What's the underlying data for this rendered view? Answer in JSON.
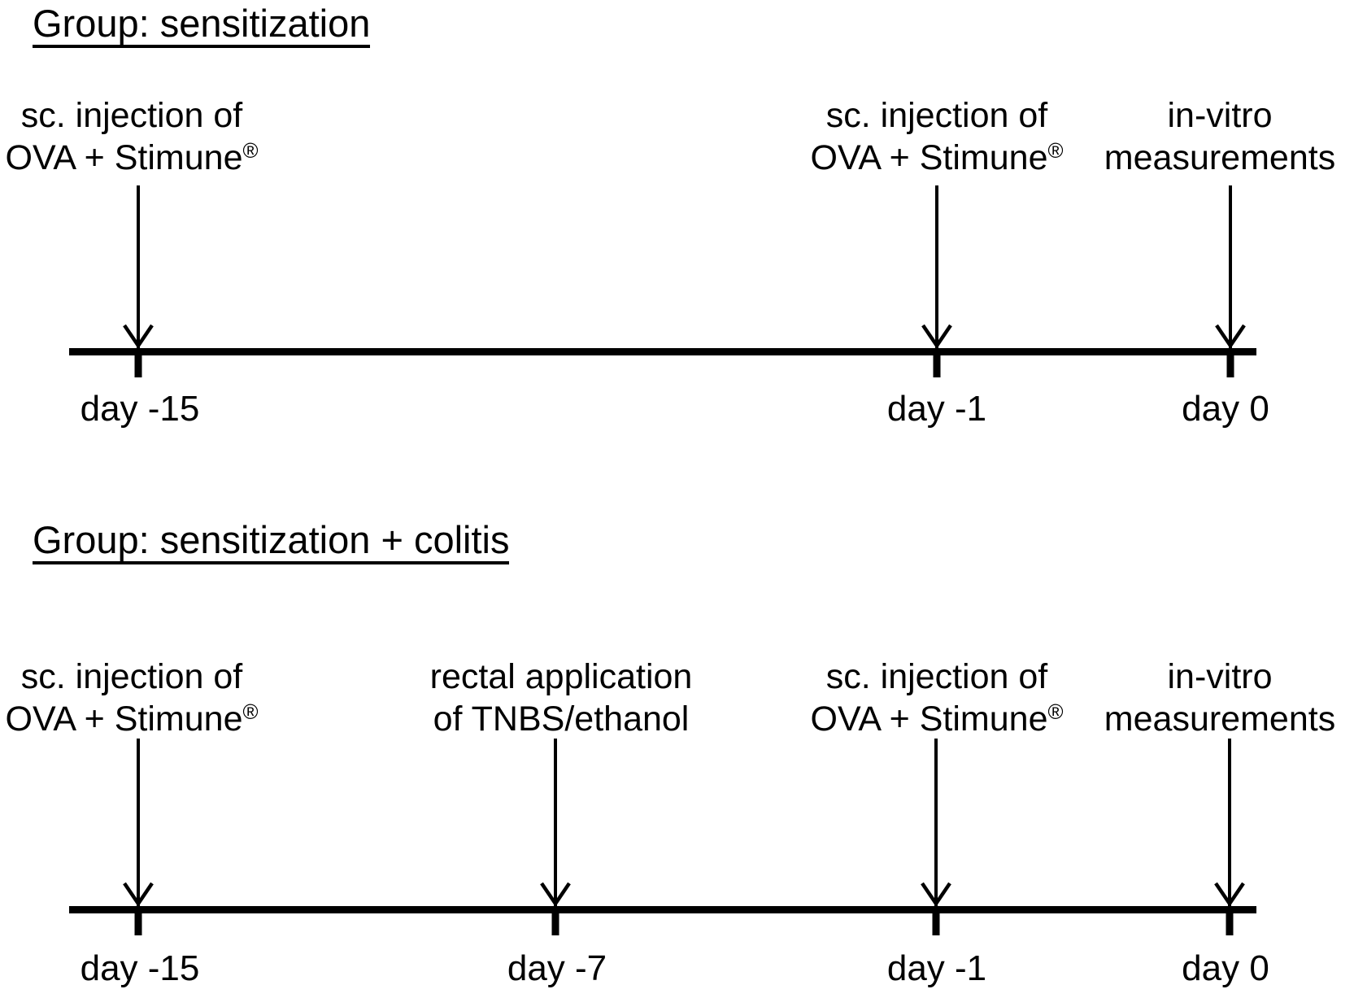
{
  "figure": {
    "background_color": "#ffffff",
    "text_color": "#000000",
    "line_color": "#000000"
  },
  "sections": [
    {
      "heading": "Group: sensitization",
      "events": [
        {
          "line1": "sc. injection of",
          "line2": "OVA + Stimune",
          "line2_sup": "®",
          "day": "day -15"
        },
        {
          "line1": "sc. injection of",
          "line2": "OVA + Stimune",
          "line2_sup": "®",
          "day": "day -1"
        },
        {
          "line1": "in-vitro",
          "line2": "measurements",
          "day": "day 0"
        }
      ]
    },
    {
      "heading": "Group: sensitization + colitis",
      "events": [
        {
          "line1": "sc. injection of",
          "line2": "OVA + Stimune",
          "line2_sup": "®",
          "day": "day -15"
        },
        {
          "line1": "rectal application",
          "line2": "of TNBS/ethanol",
          "day": "day -7"
        },
        {
          "line1": "sc. injection of",
          "line2": "OVA + Stimune",
          "line2_sup": "®",
          "day": "day -1"
        },
        {
          "line1": "in-vitro",
          "line2": "measurements",
          "day": "day 0"
        }
      ]
    }
  ]
}
